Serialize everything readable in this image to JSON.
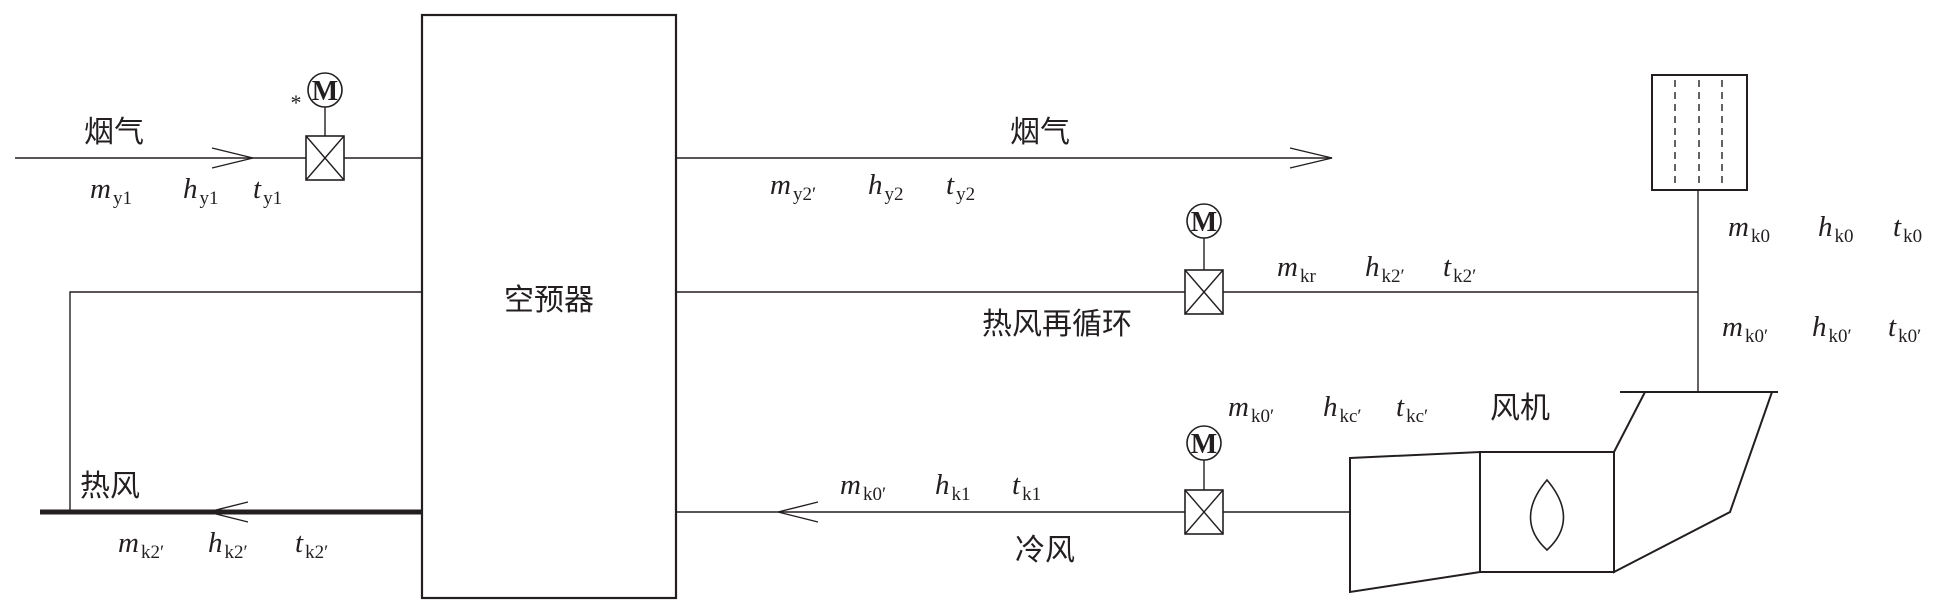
{
  "labels": {
    "flue_gas_in": "烟气",
    "flue_gas_out": "烟气",
    "air_preheater": "空预器",
    "hot_air_recirculation": "热风再循环",
    "hot_air": "热风",
    "cold_air": "冷风",
    "fan": "风机",
    "motor": "M",
    "asterisk": "*"
  },
  "vars": {
    "my1": {
      "v": "m",
      "s": "y1"
    },
    "hy1": {
      "v": "h",
      "s": "y1"
    },
    "ty1": {
      "v": "t",
      "s": "y1"
    },
    "my2": {
      "v": "m",
      "s": "y2′"
    },
    "hy2": {
      "v": "h",
      "s": "y2"
    },
    "ty2": {
      "v": "t",
      "s": "y2"
    },
    "mkr": {
      "v": "m",
      "s": "kr"
    },
    "hk2a": {
      "v": "h",
      "s": "k2′"
    },
    "tk2a": {
      "v": "t",
      "s": "k2′"
    },
    "mk0": {
      "v": "m",
      "s": "k0"
    },
    "hk0": {
      "v": "h",
      "s": "k0"
    },
    "tk0": {
      "v": "t",
      "s": "k0"
    },
    "mk0p": {
      "v": "m",
      "s": "k0′"
    },
    "hk0p": {
      "v": "h",
      "s": "k0′"
    },
    "tk0p": {
      "v": "t",
      "s": "k0′"
    },
    "mk0c": {
      "v": "m",
      "s": "k0′"
    },
    "hkc": {
      "v": "h",
      "s": "kc′"
    },
    "tkc": {
      "v": "t",
      "s": "kc′"
    },
    "mk0d": {
      "v": "m",
      "s": "k0′"
    },
    "hk1": {
      "v": "h",
      "s": "k1"
    },
    "tk1": {
      "v": "t",
      "s": "k1"
    },
    "mk2": {
      "v": "m",
      "s": "k2′"
    },
    "hk2": {
      "v": "h",
      "s": "k2′"
    },
    "tk2": {
      "v": "t",
      "s": "k2′"
    }
  }
}
